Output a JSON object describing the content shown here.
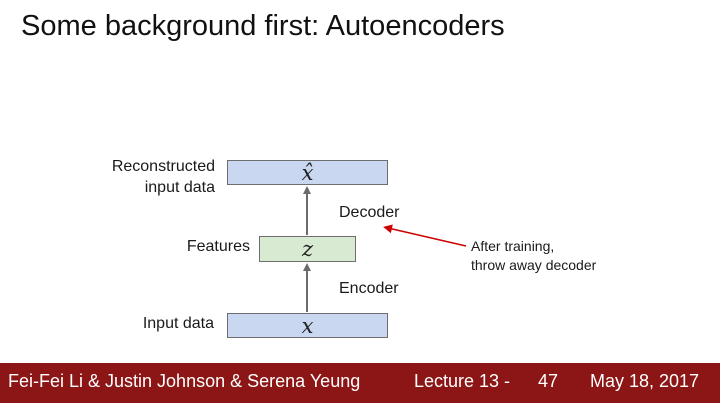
{
  "title": "Some background first: Autoencoders",
  "diagram": {
    "reconstructed_label": [
      "Reconstructed",
      "input data"
    ],
    "reconstructed_symbol": "x̂",
    "features_label": "Features",
    "features_symbol": "z",
    "input_label": "Input data",
    "input_symbol": "x",
    "decoder_label": "Decoder",
    "encoder_label": "Encoder",
    "annotation": [
      "After training,",
      "throw away decoder"
    ]
  },
  "colors": {
    "io_box": "#c9d7f0",
    "feature_box": "#d9ead3",
    "annotation_arrow": "#cc0000",
    "footer_bg": "#8c1515"
  },
  "footer": {
    "authors": "Fei-Fei Li & Justin Johnson & Serena Yeung",
    "lecture": "Lecture 13 -",
    "page": "47",
    "date": "May 18, 2017"
  }
}
